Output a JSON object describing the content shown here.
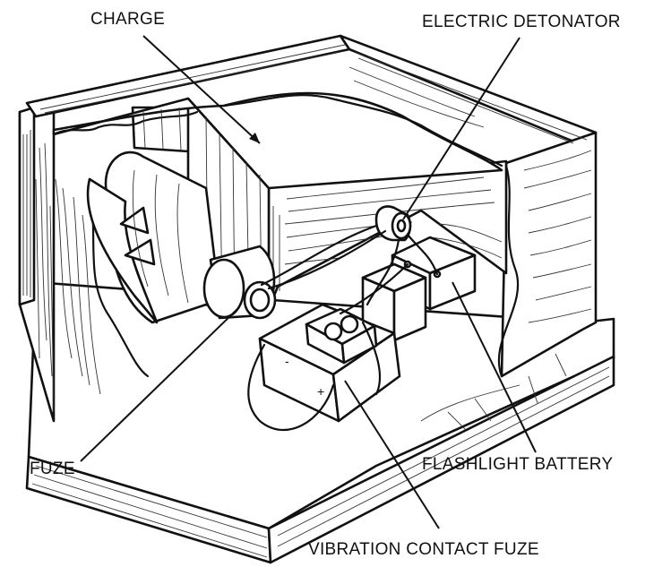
{
  "labels": {
    "charge": "CHARGE",
    "electric_detonator": "ELECTRIC DETONATOR",
    "fuze": "FUZE",
    "flashlight_battery": "FLASHLIGHT BATTERY",
    "vibration_contact_fuze": "VIBRATION CONTACT FUZE"
  },
  "colors": {
    "ink": "#111111",
    "background": "#ffffff"
  }
}
